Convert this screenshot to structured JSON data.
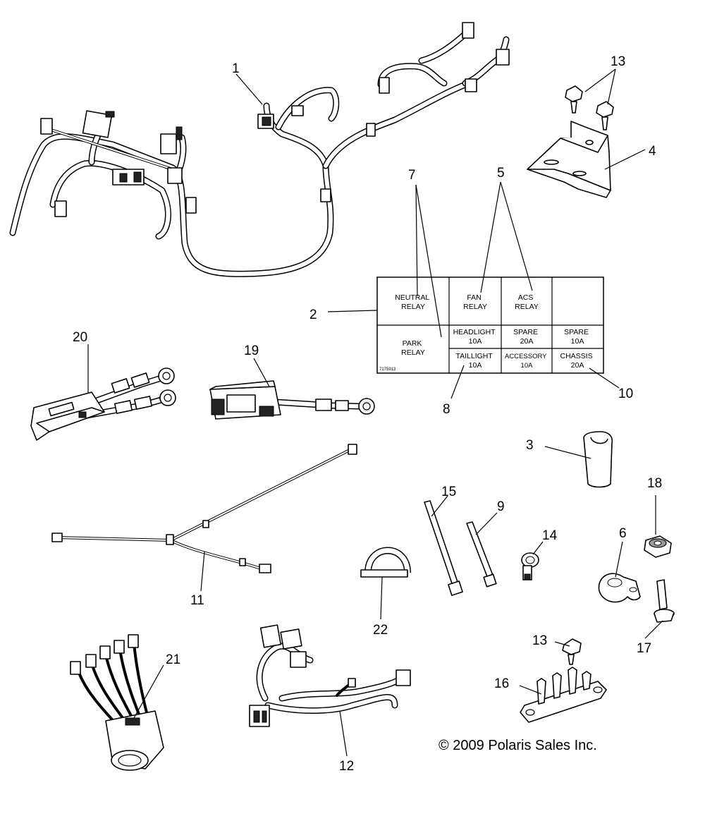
{
  "callouts": {
    "c1": "1",
    "c2": "2",
    "c3": "3",
    "c4": "4",
    "c5": "5",
    "c6": "6",
    "c7": "7",
    "c8": "8",
    "c9": "9",
    "c10": "10",
    "c11": "11",
    "c12": "12",
    "c13a": "13",
    "c13b": "13",
    "c14": "14",
    "c15": "15",
    "c16": "16",
    "c17": "17",
    "c18": "18",
    "c19": "19",
    "c20": "20",
    "c21": "21",
    "c22": "22"
  },
  "fuse_label": {
    "neutral_relay": [
      "NEUTRAL",
      "RELAY"
    ],
    "fan_relay": [
      "FAN",
      "RELAY"
    ],
    "acs_relay": [
      "ACS",
      "RELAY"
    ],
    "park_relay": [
      "PARK",
      "RELAY"
    ],
    "headlight": [
      "HEADLIGHT",
      "10A"
    ],
    "spare_20a": [
      "SPARE",
      "20A"
    ],
    "spare_10a": [
      "SPARE",
      "10A"
    ],
    "taillight": [
      "TAILLIGHT",
      "10A"
    ],
    "accessory": [
      "ACCESSORY",
      "10A"
    ],
    "chassis": [
      "CHASSIS",
      "20A"
    ],
    "part_number": "7175913"
  },
  "copyright": "© 2009 Polaris Sales Inc."
}
